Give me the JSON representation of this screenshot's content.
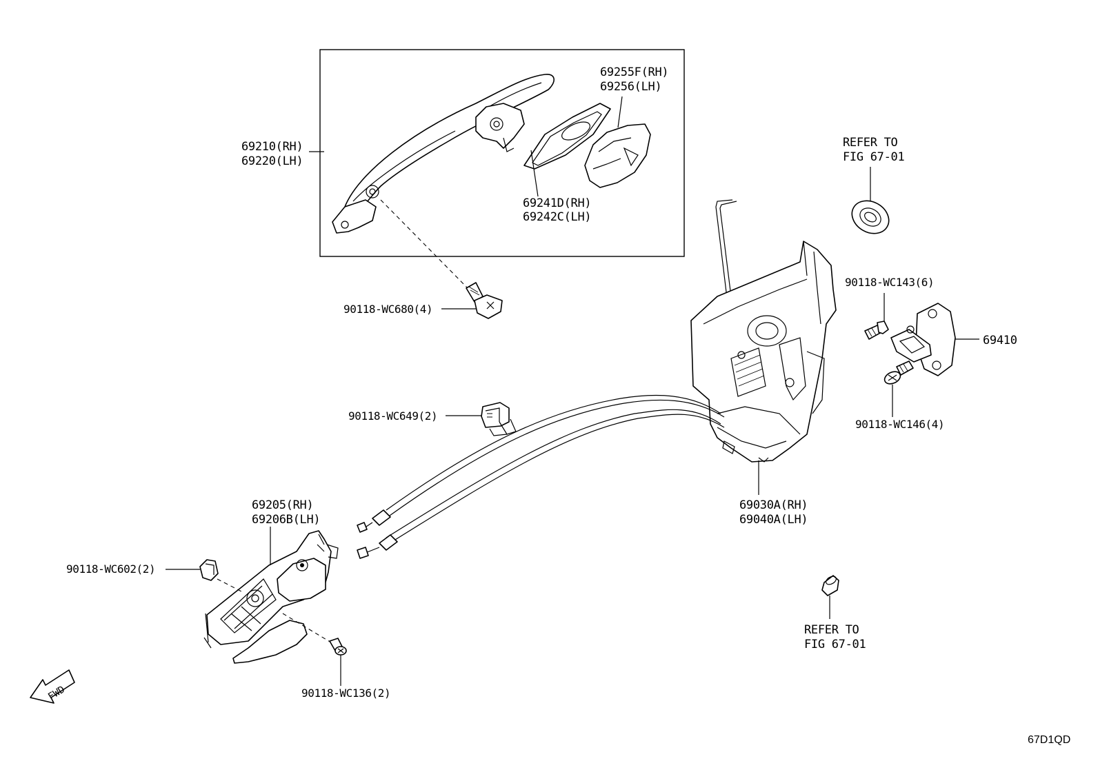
{
  "labels": {
    "outer_handle": [
      "69210(RH)",
      "69220(LH)"
    ],
    "handle_cover": [
      "69255F(RH)",
      "69256(LH)"
    ],
    "gasket": [
      "69241D(RH)",
      "69242C(LH)"
    ],
    "refer_top": [
      "REFER TO",
      "FIG 67-01"
    ],
    "bolt_wc680": "90118-WC680(4)",
    "screw_wc143": "90118-WC143(6)",
    "striker": "69410",
    "screw_wc146": "90118-WC146(4)",
    "clip_wc649": "90118-WC649(2)",
    "inner_handle": [
      "69205(RH)",
      "69206B(LH)"
    ],
    "lock_assy": [
      "69030A(RH)",
      "69040A(LH)"
    ],
    "clip_wc602": "90118-WC602(2)",
    "screw_wc136": "90118-WC136(2)",
    "refer_bottom": [
      "REFER TO",
      "FIG 67-01"
    ],
    "fwd": "FWD",
    "figure_code": "67D1QD"
  }
}
